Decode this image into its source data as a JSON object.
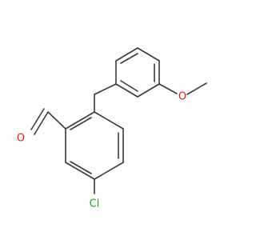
{
  "molecule": {
    "atoms": {
      "oxygen_aldehyde": "O",
      "oxygen_ether": "O",
      "chlorine": "Cl"
    },
    "colors": {
      "bond": "#3a3a3a",
      "oxygen": "#ff0d0d",
      "chlorine": "#1fa01f",
      "background": "#ffffff"
    }
  }
}
